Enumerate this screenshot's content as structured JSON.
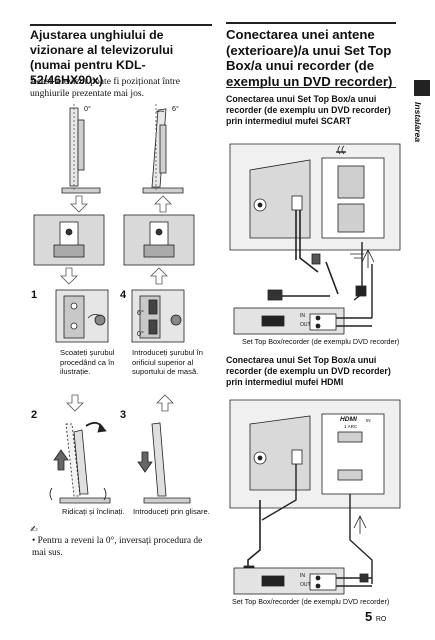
{
  "sidebar": {
    "section_label": "Instalarea"
  },
  "left": {
    "heading": "Ajustarea unghiului de vizionare al televizorului (numai pentru KDL-52/46HX90x)",
    "intro": "Acest televizor poate fi poziționat între unghiurile prezentate mai jos.",
    "angle_0": "0°",
    "angle_6": "6°",
    "steps": [
      {
        "number": "1",
        "caption": "Scoateți șurubul procedând ca în ilustrație."
      },
      {
        "number": "4",
        "caption": "Introduceți șurubul în orificiul superior al suportului de masă."
      },
      {
        "number": "2",
        "caption": "Ridicați și înclinați."
      },
      {
        "number": "3",
        "caption": "Introduceți prin glisare."
      }
    ],
    "detail_angle_top": "6°",
    "detail_angle_bottom": "0°",
    "note_bullet": "Pentru a reveni la 0°, inversați procedura de mai sus."
  },
  "right": {
    "heading": "Conectarea unei antene (exterioare)/a unui Set Top Box/a unui recorder (de exemplu un DVD recorder)",
    "scart_subheading": "Conectarea unui Set Top Box/a unui recorder (de exemplu un DVD recorder) prin intermediul mufei SCART",
    "scart_caption": "Set Top Box/recorder (de exemplu DVD recorder)",
    "hdmi_subheading": "Conectarea unui Set Top Box/a unui recorder (de exemplu un DVD recorder) prin intermediul mufei HDMI",
    "hdmi_caption": "Set Top Box/recorder (de exemplu DVD recorder)",
    "hdmi_port_label": "HDMI",
    "hdmi_port_sub": "IN",
    "hdmi_arc": "1 ARC",
    "io_in": "IN",
    "io_out": "OUT"
  },
  "footer": {
    "page_number": "5",
    "page_lang": "RO"
  }
}
